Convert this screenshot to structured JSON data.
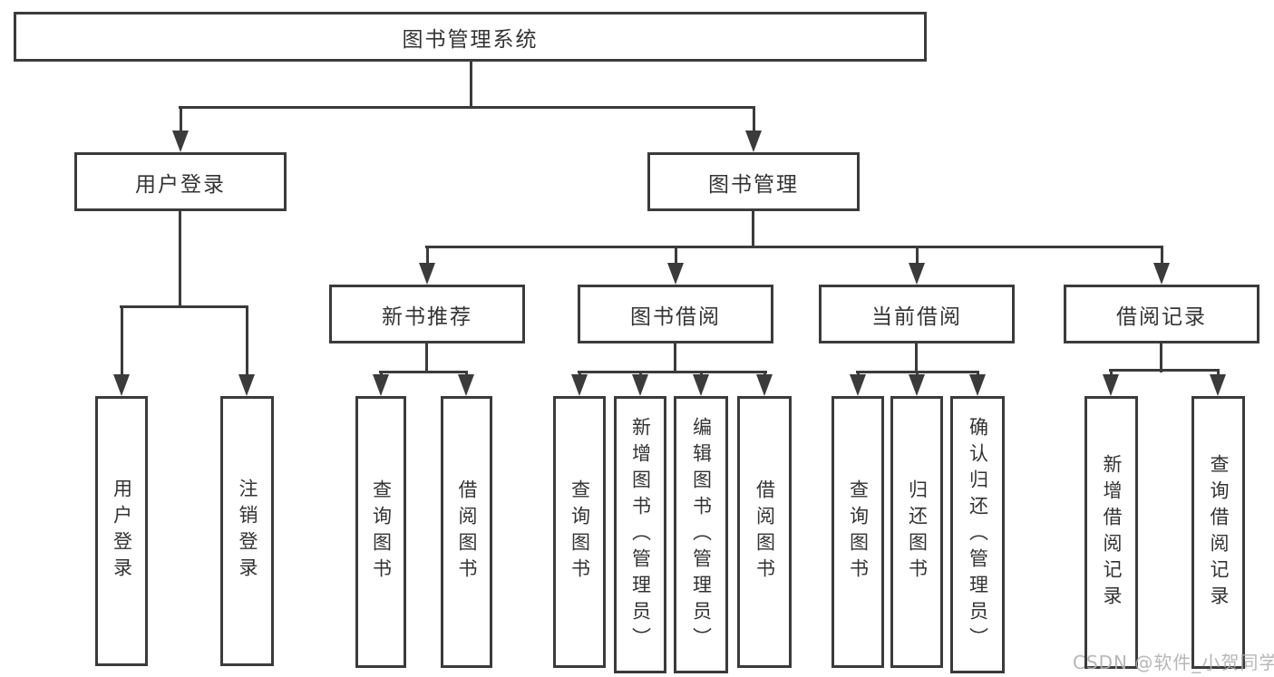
{
  "title": "图书管理系统",
  "tree": {
    "label": "图书管理系统",
    "children": [
      {
        "label": "用户登录",
        "children": [
          {
            "label": "用户登录"
          },
          {
            "label": "注销登录"
          }
        ]
      },
      {
        "label": "图书管理",
        "children": [
          {
            "label": "新书推荐",
            "children": [
              {
                "label": "查询图书"
              },
              {
                "label": "借阅图书"
              }
            ]
          },
          {
            "label": "图书借阅",
            "children": [
              {
                "label": "查询图书"
              },
              {
                "label": "新增图书（管理员）"
              },
              {
                "label": "编辑图书（管理员）"
              },
              {
                "label": "借阅图书"
              }
            ]
          },
          {
            "label": "当前借阅",
            "children": [
              {
                "label": "查询图书"
              },
              {
                "label": "归还图书"
              },
              {
                "label": "确认归还（管理员）"
              }
            ]
          },
          {
            "label": "借阅记录",
            "children": [
              {
                "label": "新增借阅记录"
              },
              {
                "label": "查询借阅记录"
              }
            ]
          }
        ]
      }
    ]
  },
  "watermark": {
    "text": "CSDN @软件_小贺同学"
  },
  "colors": {
    "line": "#3b3b3b",
    "box_border": "#3b3b3b",
    "text": "#333333",
    "watermark": "#afafaf",
    "background": "#ffffff"
  }
}
